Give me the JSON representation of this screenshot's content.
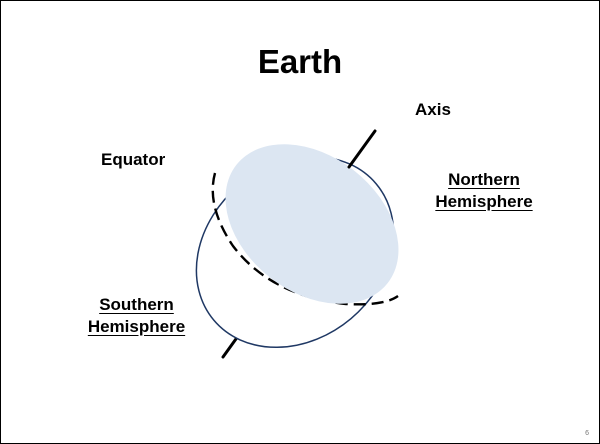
{
  "slide": {
    "title": "Earth",
    "page_number": "6"
  },
  "labels": {
    "axis": "Axis",
    "equator": "Equator",
    "northern_line1": "Northern",
    "northern_line2": "Hemisphere",
    "southern_line1": "Southern",
    "southern_line2": "Hemisphere"
  },
  "colors": {
    "northern_face": "#dce6f2",
    "globe_outline": "#1f3864",
    "text": "#000000"
  }
}
